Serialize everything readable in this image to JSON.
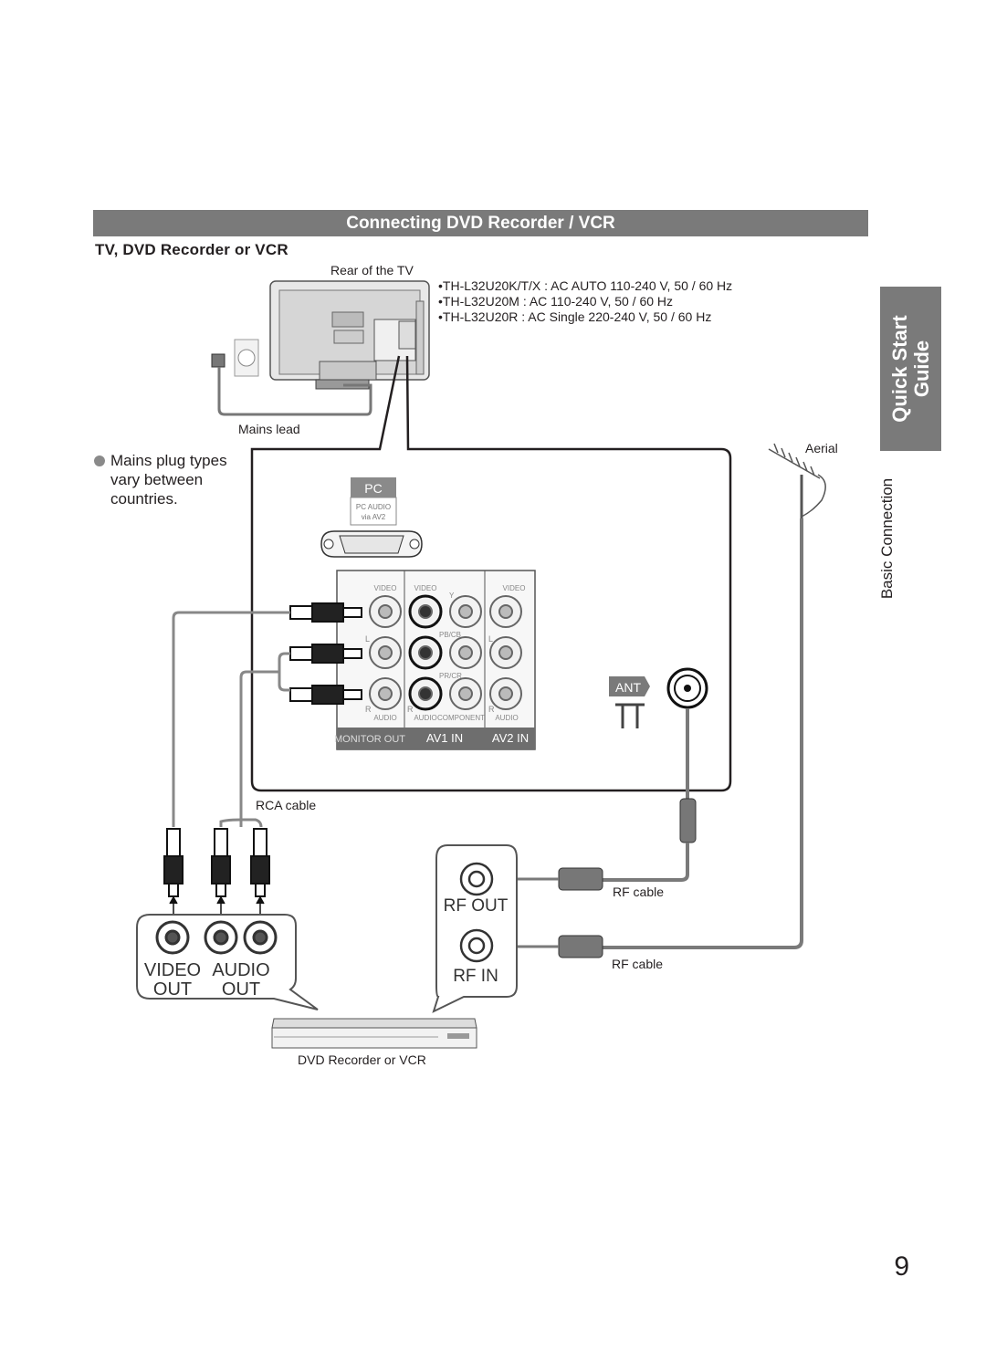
{
  "header": {
    "section_title": "Connecting DVD Recorder / VCR",
    "subtitle": "TV, DVD Recorder or VCR"
  },
  "labels": {
    "rear_of_tv": "Rear of the TV",
    "mains_lead": "Mains lead",
    "aerial": "Aerial",
    "rca_cable": "RCA cable",
    "rf_cable_1": "RF cable",
    "rf_cable_2": "RF cable",
    "dvd_recorder": "DVD Recorder or VCR"
  },
  "specs": [
    "•TH-L32U20K/T/X : AC AUTO 110-240 V, 50 / 60 Hz",
    "•TH-L32U20M : AC 110-240 V, 50 / 60 Hz",
    "•TH-L32U20R : AC Single 220-240 V, 50 / 60 Hz"
  ],
  "note": {
    "line1": "Mains plug types",
    "line2": "vary between",
    "line3": "countries."
  },
  "panel": {
    "pc": "PC",
    "pc_audio": "PC AUDIO",
    "via_av2": "via AV2",
    "video_1": "VIDEO",
    "video_2": "VIDEO",
    "video_3": "VIDEO",
    "y": "Y",
    "pb_cb": "PB/CB",
    "pr_cr": "PR/CR",
    "l_1": "L",
    "l_2": "L",
    "r_1": "R",
    "r_2": "R",
    "r_3": "R",
    "audio_1": "AUDIO",
    "audio_2": "AUDIO",
    "component": "COMPONENT",
    "audio_3": "AUDIO",
    "monitor_out": "MONITOR OUT",
    "av1_in": "AV1 IN",
    "av2_in": "AV2 IN",
    "ant": "ANT"
  },
  "device": {
    "rf_out": "RF OUT",
    "rf_in": "RF IN",
    "video_out_1": "VIDEO",
    "video_out_2": "OUT",
    "audio_out_1": "AUDIO",
    "audio_out_2": "OUT"
  },
  "side_tab": {
    "line1": "Quick Start",
    "line2": "Guide",
    "section": "Basic Connection"
  },
  "page_number": "9"
}
